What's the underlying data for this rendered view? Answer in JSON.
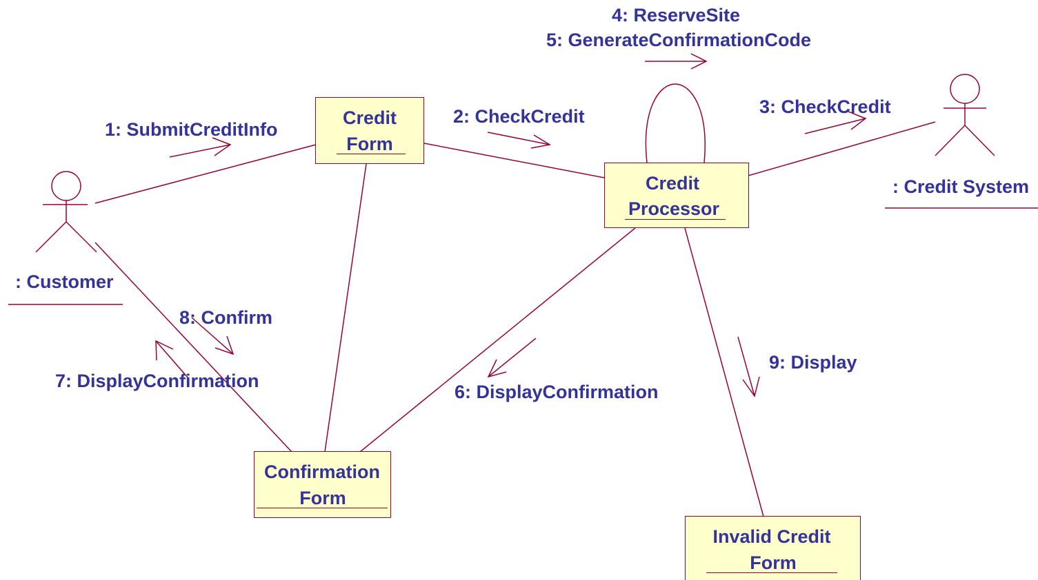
{
  "colors": {
    "text": "#333399",
    "line": "#990033",
    "object_fill": "#ffffcc"
  },
  "objects": {
    "credit_form": {
      "line1": "Credit",
      "line2": "Form"
    },
    "credit_processor": {
      "line1": "Credit",
      "line2": "Processor"
    },
    "confirmation_form": {
      "line1": "Confirmation",
      "line2": "Form"
    },
    "invalid_credit_form": {
      "line1": "Invalid Credit",
      "line2": "Form"
    }
  },
  "actors": {
    "customer": ": Customer",
    "credit_system": ": Credit System"
  },
  "messages": {
    "m1": "1: SubmitCreditInfo",
    "m2": "2: CheckCredit",
    "m3": "3: CheckCredit",
    "m4": "4: ReserveSite",
    "m5": "5: GenerateConfirmationCode",
    "m6": "6: DisplayConfirmation",
    "m7": "7: DisplayConfirmation",
    "m8": "8: Confirm",
    "m9": "9: Display"
  }
}
